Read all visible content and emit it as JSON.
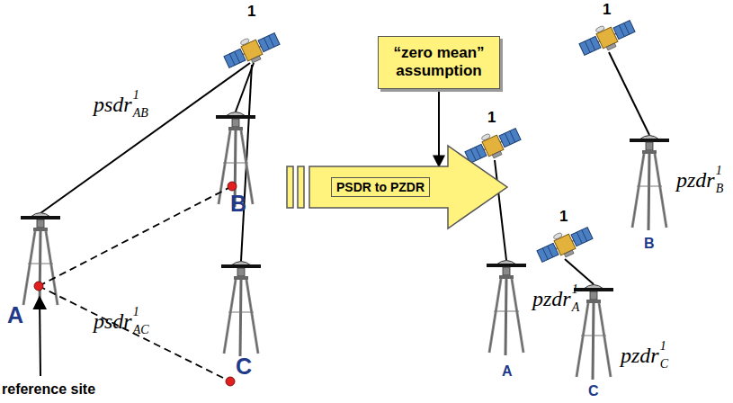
{
  "diagram": {
    "nodes": [
      {
        "text": [
          "“zero mean” assumption"
        ]
      },
      {
        "text": [
          "PSDR to PZDR"
        ]
      }
    ],
    "edges": [
      {
        "from": 0,
        "to": 1,
        "arrow": "to"
      }
    ],
    "labels": [
      "1",
      "psdr",
      "1",
      "AB",
      "B",
      "A",
      "psdr",
      "1",
      "AC",
      "C",
      "reference site",
      "1",
      "pzdr",
      "1",
      "B",
      "B",
      "1",
      "pzdr",
      "1",
      "A",
      "A",
      "1",
      "pzdr",
      "1",
      "C",
      "C"
    ]
  }
}
